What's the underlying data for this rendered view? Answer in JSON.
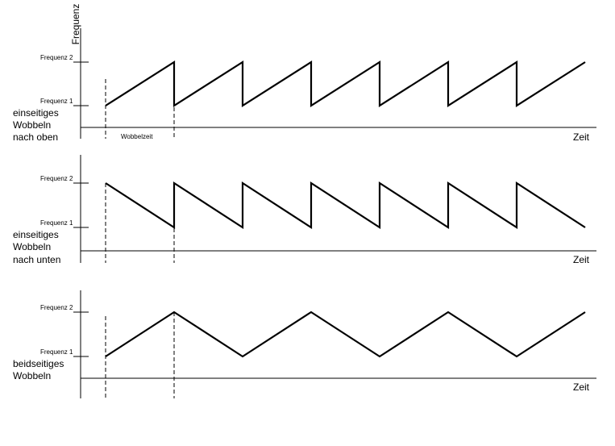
{
  "y_axis_title": "Frequenz",
  "panels": [
    {
      "id": "up",
      "freq2_label": "Frequenz 2",
      "freq1_label": "Frequenz 1",
      "time_label": "Zeit",
      "description": [
        "einseitiges",
        "Wobbeln",
        "nach oben"
      ],
      "interval_label": "Wobbelzeit"
    },
    {
      "id": "down",
      "freq2_label": "Frequenz 2",
      "freq1_label": "Frequenz 1",
      "time_label": "Zeit",
      "description": [
        "einseitiges",
        "Wobbeln",
        "nach unten"
      ]
    },
    {
      "id": "both",
      "freq2_label": "Frequenz 2",
      "freq1_label": "Frequenz 1",
      "time_label": "Zeit",
      "description": [
        "beidseitiges",
        "Wobbeln"
      ]
    }
  ]
}
